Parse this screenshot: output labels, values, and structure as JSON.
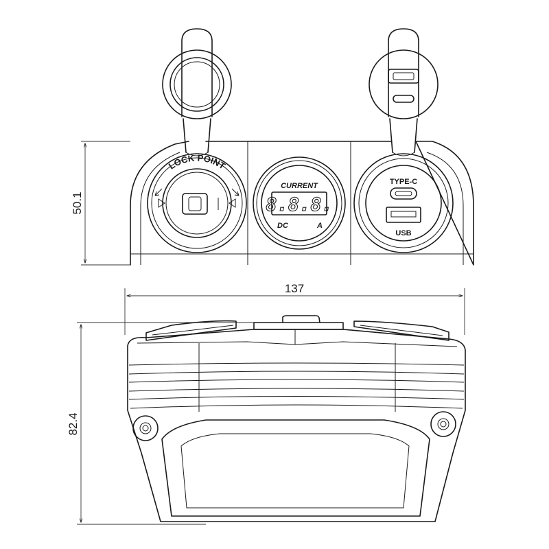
{
  "dimensions": {
    "height_top": "50.1",
    "width": "137",
    "height_side": "82.4"
  },
  "labels": {
    "lockpoint": "LOCK POINT",
    "current": "CURRENT",
    "display": "8.8.8.",
    "dc": "DC",
    "amp": "A",
    "typec": "TYPE-C",
    "usb": "USB"
  }
}
